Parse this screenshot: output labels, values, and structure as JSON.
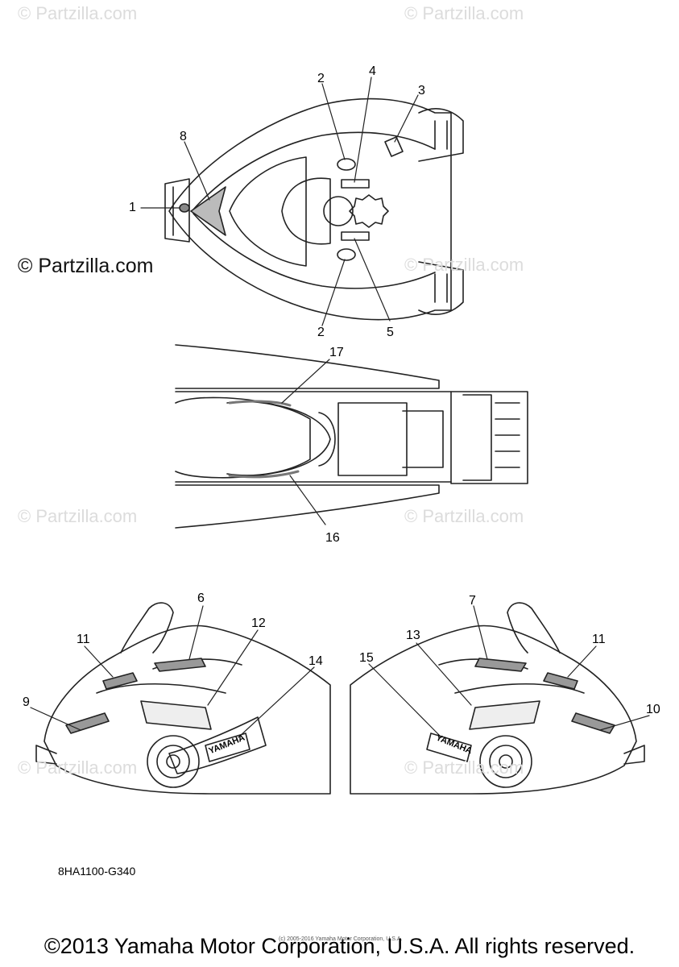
{
  "watermarks": {
    "text": "© Partzilla.com",
    "dark_text": "© Partzilla.com"
  },
  "callouts": {
    "c1": "1",
    "c2a": "2",
    "c2b": "2",
    "c3": "3",
    "c4": "4",
    "c5": "5",
    "c6": "6",
    "c7": "7",
    "c8": "8",
    "c9": "9",
    "c10": "10",
    "c11a": "11",
    "c11b": "11",
    "c12": "12",
    "c13": "13",
    "c14": "14",
    "c15": "15",
    "c16": "16",
    "c17": "17"
  },
  "decal_text": {
    "yamaha_left": "YAMAHA",
    "yamaha_right": "YAMAHA"
  },
  "diagram_code": "8HA1100-G340",
  "small_copyright": "(c) 2005-2016 Yamaha Motor Corporation, U.S.A.",
  "copyright": "©2013 Yamaha Motor Corporation, U.S.A. All rights reserved."
}
